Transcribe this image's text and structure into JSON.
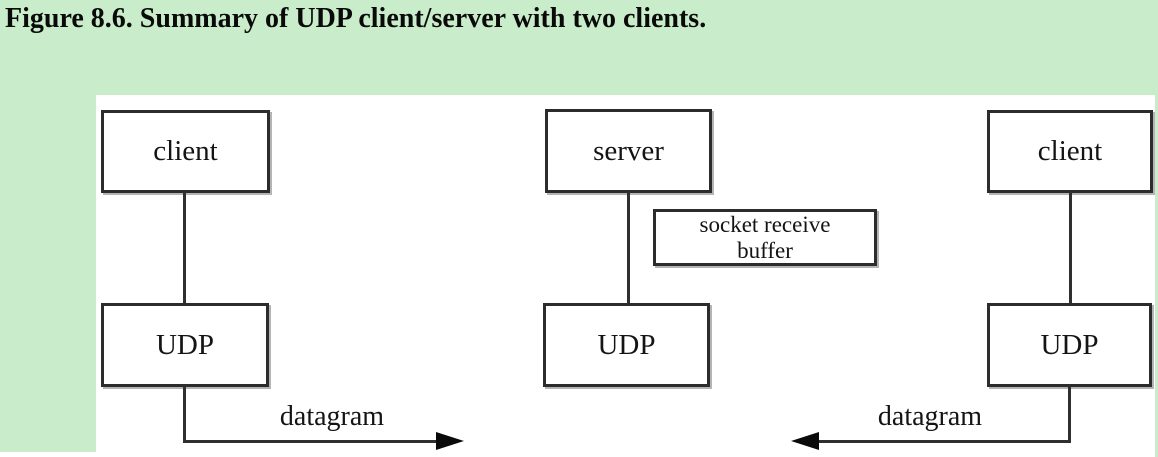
{
  "page": {
    "title": "Figure 8.6. Summary of UDP client/server with two clients.",
    "colors": {
      "page_background": "#c9ecca",
      "diagram_background": "#ffffff",
      "box_border": "#2c2c2c",
      "line_color": "#2f2f2f",
      "text_color": "#141414",
      "title_color": "#0a0a0a"
    }
  },
  "diagram": {
    "left": {
      "app_box": "client",
      "protocol_box": "UDP",
      "arrow_label": "datagram",
      "arrow_direction": "right"
    },
    "center": {
      "app_box": "server",
      "protocol_box": "UDP",
      "buffer_box": "socket receive buffer"
    },
    "right": {
      "app_box": "client",
      "protocol_box": "UDP",
      "arrow_label": "datagram",
      "arrow_direction": "left"
    }
  }
}
